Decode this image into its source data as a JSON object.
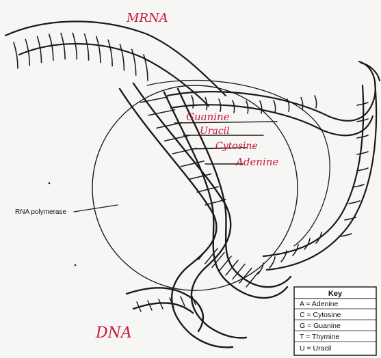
{
  "labels": {
    "mrna": "MRNA",
    "dna": "DNA",
    "rna_polymerase": "RNA polymerase"
  },
  "handwritten_bases": [
    "Guanine",
    "Uracil",
    "Cytosine",
    "Adenine"
  ],
  "key": {
    "title": "Key",
    "entries": [
      "A = Adenine",
      "C = Cytosine",
      "G = Guanine",
      "T = Thymine",
      "U = Uracil"
    ]
  },
  "colors": {
    "ink": "#1a1a1a",
    "handwriting": "#c8183a",
    "background": "#f6f6f4"
  }
}
